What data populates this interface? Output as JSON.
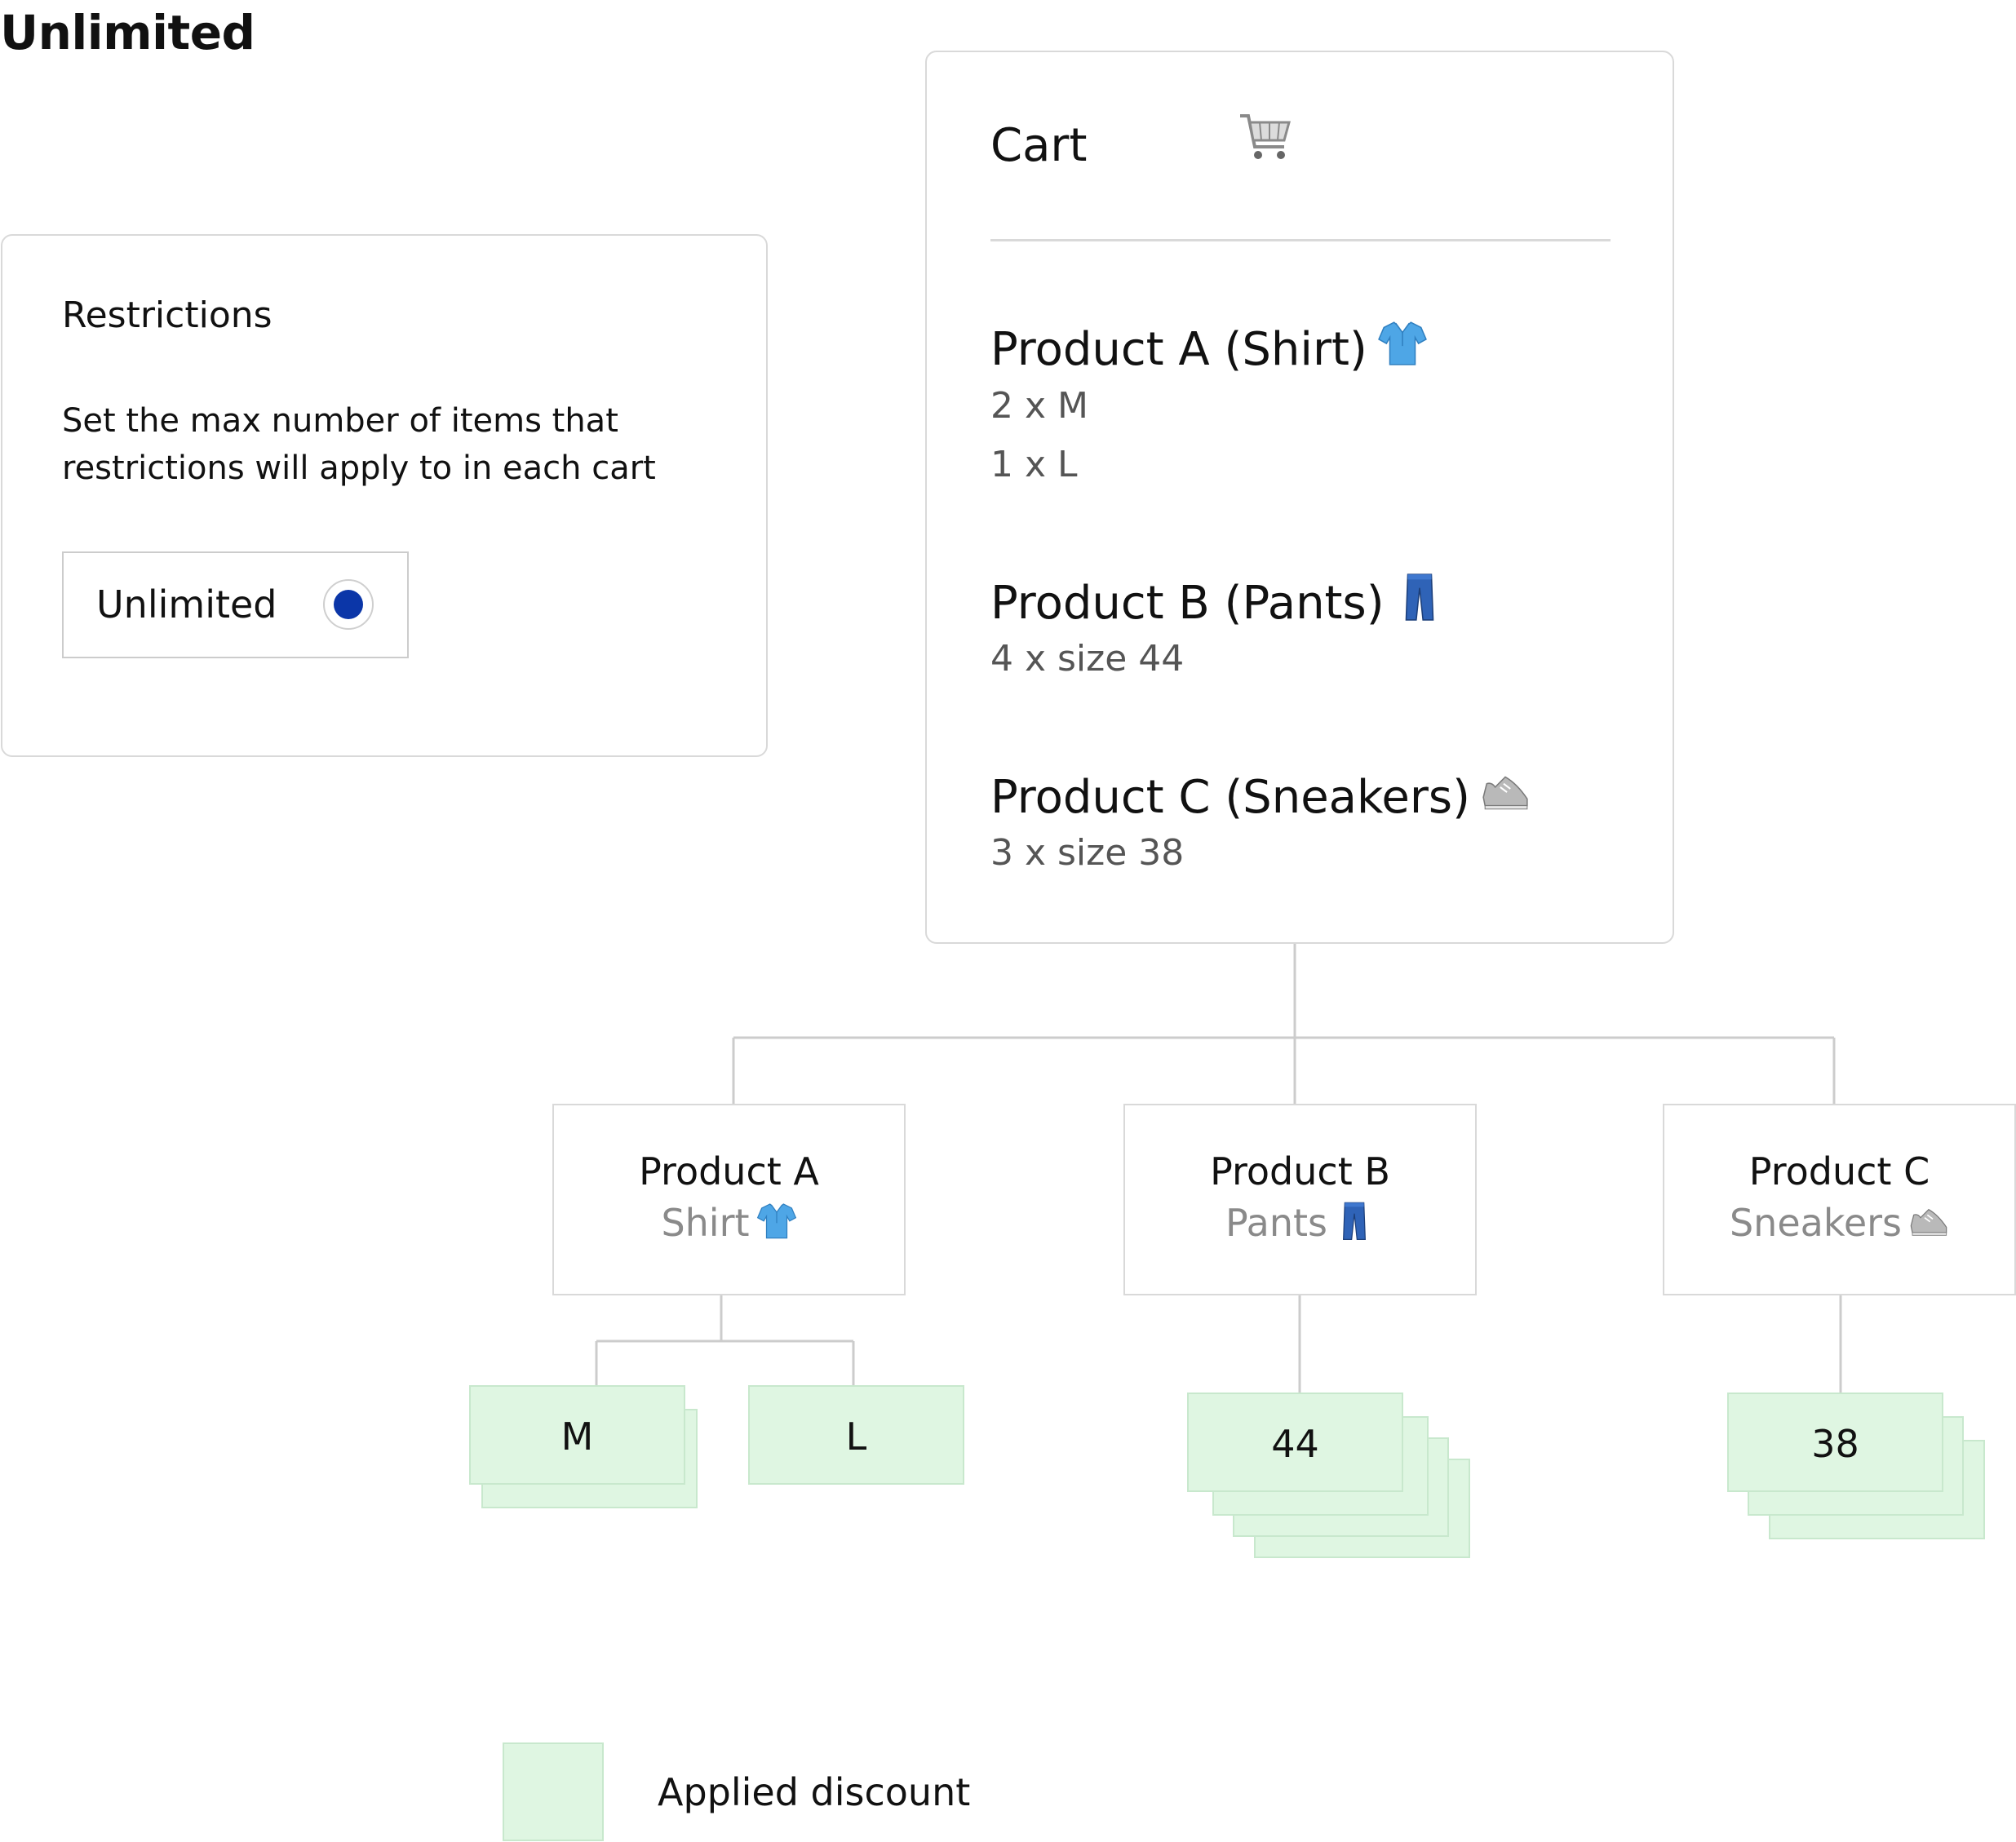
{
  "page": {
    "title": "Unlimited"
  },
  "restrictions": {
    "heading": "Restrictions",
    "description": "Set the max number of items  that restrictions will apply to in each cart",
    "option_label": "Unlimited",
    "option_selected": true
  },
  "cart": {
    "title": "Cart",
    "icon": "shopping-cart-icon",
    "products": [
      {
        "name": "Product A (Shirt)",
        "icon": "shirt-icon",
        "lines": [
          "2 x M",
          "1 x L"
        ]
      },
      {
        "name": "Product B (Pants)",
        "icon": "jeans-icon",
        "lines": [
          "4 x size 44"
        ]
      },
      {
        "name": "Product C (Sneakers)",
        "icon": "sneaker-icon",
        "lines": [
          "3 x size 38"
        ]
      }
    ]
  },
  "tree": {
    "nodes": [
      {
        "name": "Product A",
        "sub": "Shirt",
        "icon": "shirt-icon",
        "chips": [
          {
            "label": "M",
            "count": 2
          },
          {
            "label": "L",
            "count": 1
          }
        ]
      },
      {
        "name": "Product B",
        "sub": "Pants",
        "icon": "jeans-icon",
        "chips": [
          {
            "label": "44",
            "count": 4
          }
        ]
      },
      {
        "name": "Product C",
        "sub": "Sneakers",
        "icon": "sneaker-icon",
        "chips": [
          {
            "label": "38",
            "count": 3
          }
        ]
      }
    ]
  },
  "legend": {
    "label": "Applied discount"
  },
  "colors": {
    "radio_selected": "#0b36a8",
    "discount_fill": "#dff6e2",
    "border": "#d9d9d9",
    "connector": "#cccccc"
  }
}
